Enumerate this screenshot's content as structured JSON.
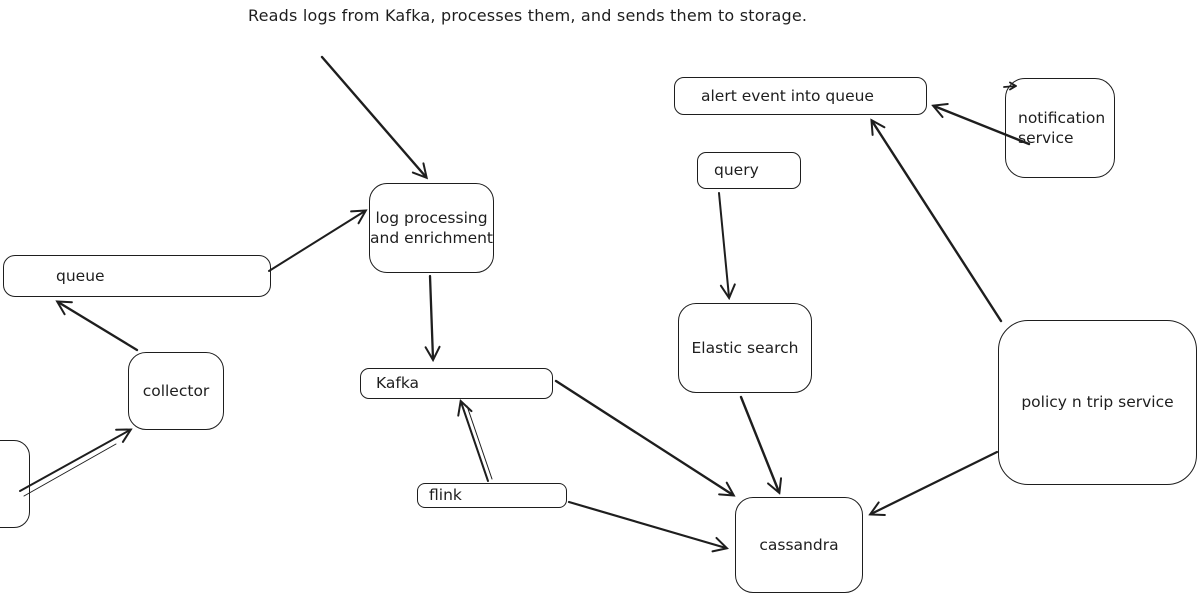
{
  "title": "Reads logs from Kafka, processes them, and sends them to storage.",
  "colors": {
    "stroke": "#1e1e1e",
    "background": "#ffffff"
  },
  "icons": {
    "stray_arrow_mark": "→"
  },
  "nodes": [
    {
      "id": "alert-event-queue",
      "label": "alert event into queue"
    },
    {
      "id": "notification-service",
      "label": "notification service"
    },
    {
      "id": "query",
      "label": "query"
    },
    {
      "id": "log-processing",
      "label": "log processing and enrichment"
    },
    {
      "id": "queue",
      "label": "queue"
    },
    {
      "id": "collector",
      "label": "collector"
    },
    {
      "id": "kafka",
      "label": "Kafka"
    },
    {
      "id": "flink",
      "label": "flink"
    },
    {
      "id": "elastic-search",
      "label": "Elastic search"
    },
    {
      "id": "cassandra",
      "label": "cassandra"
    },
    {
      "id": "policy-trip-service",
      "label": "policy n trip service"
    },
    {
      "id": "source-partial",
      "label": ""
    }
  ],
  "edges": [
    {
      "from": "title-note",
      "to": "log-processing"
    },
    {
      "from": "queue",
      "to": "log-processing"
    },
    {
      "from": "log-processing",
      "to": "kafka"
    },
    {
      "from": "collector",
      "to": "queue"
    },
    {
      "from": "source-partial",
      "to": "collector"
    },
    {
      "from": "flink",
      "to": "kafka"
    },
    {
      "from": "kafka",
      "to": "cassandra"
    },
    {
      "from": "flink",
      "to": "cassandra"
    },
    {
      "from": "elastic-search",
      "to": "cassandra"
    },
    {
      "from": "query",
      "to": "elastic-search"
    },
    {
      "from": "policy-trip-service",
      "to": "alert-event-queue"
    },
    {
      "from": "notification-service",
      "to": "alert-event-queue"
    },
    {
      "from": "policy-trip-service",
      "to": "cassandra"
    }
  ]
}
